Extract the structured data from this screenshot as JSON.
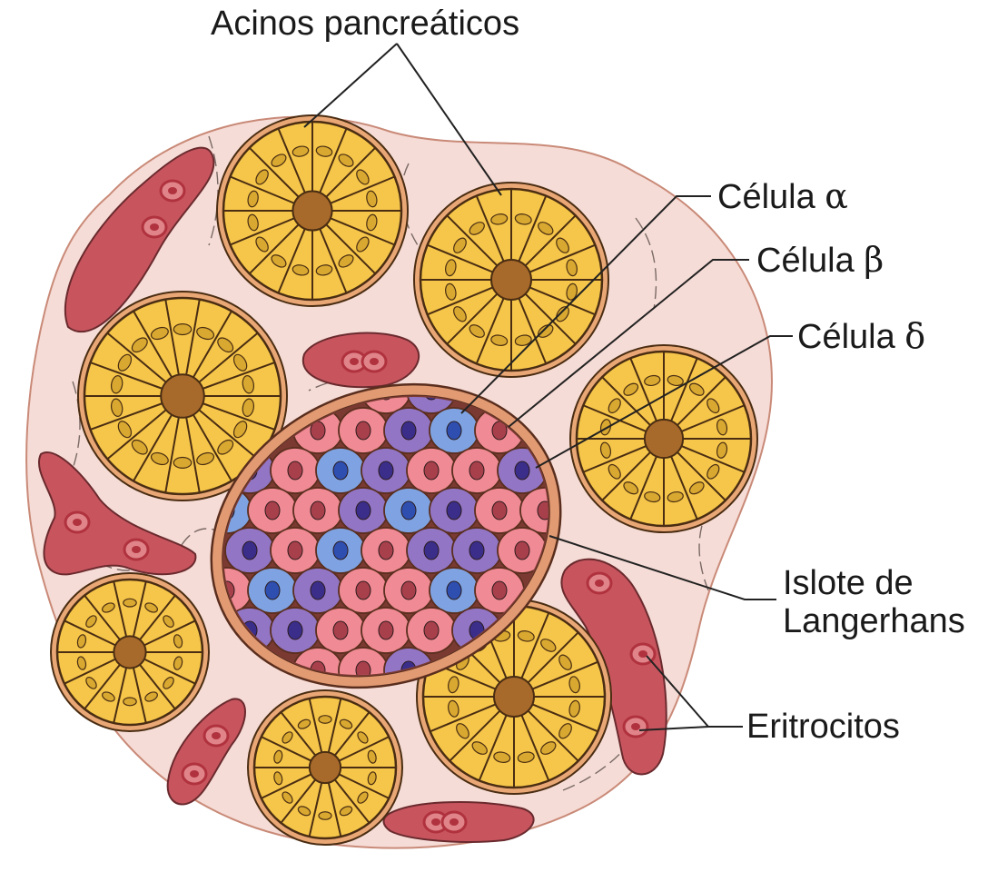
{
  "labels": {
    "acini": "Acinos pancreáticos",
    "alpha_text": "Célula ",
    "alpha_symbol": "α",
    "beta_text": "Célula ",
    "beta_symbol": "β",
    "delta_text": "Célula ",
    "delta_symbol": "δ",
    "islet_line1": "Islote de",
    "islet_line2": "Langerhans",
    "erythrocytes": "Eritrocitos"
  },
  "colors": {
    "tissue": "#f6dcd6",
    "tissue_edge": "#c98a78",
    "acinus_cell": "#f6c64a",
    "acinus_outline": "#4a2d12",
    "acinus_rim": "#e9a776",
    "lumen": "#a86a2b",
    "nucleus": "#d8a830",
    "vessel": "#c8555e",
    "vessel_light": "#e0848a",
    "erythrocyte": "#b0323e",
    "islet_rim": "#e19a72",
    "alpha_cell": "#f08a94",
    "beta_cell": "#9275c4",
    "delta_cell": "#7fa3e2",
    "leader_line": "#222222"
  }
}
